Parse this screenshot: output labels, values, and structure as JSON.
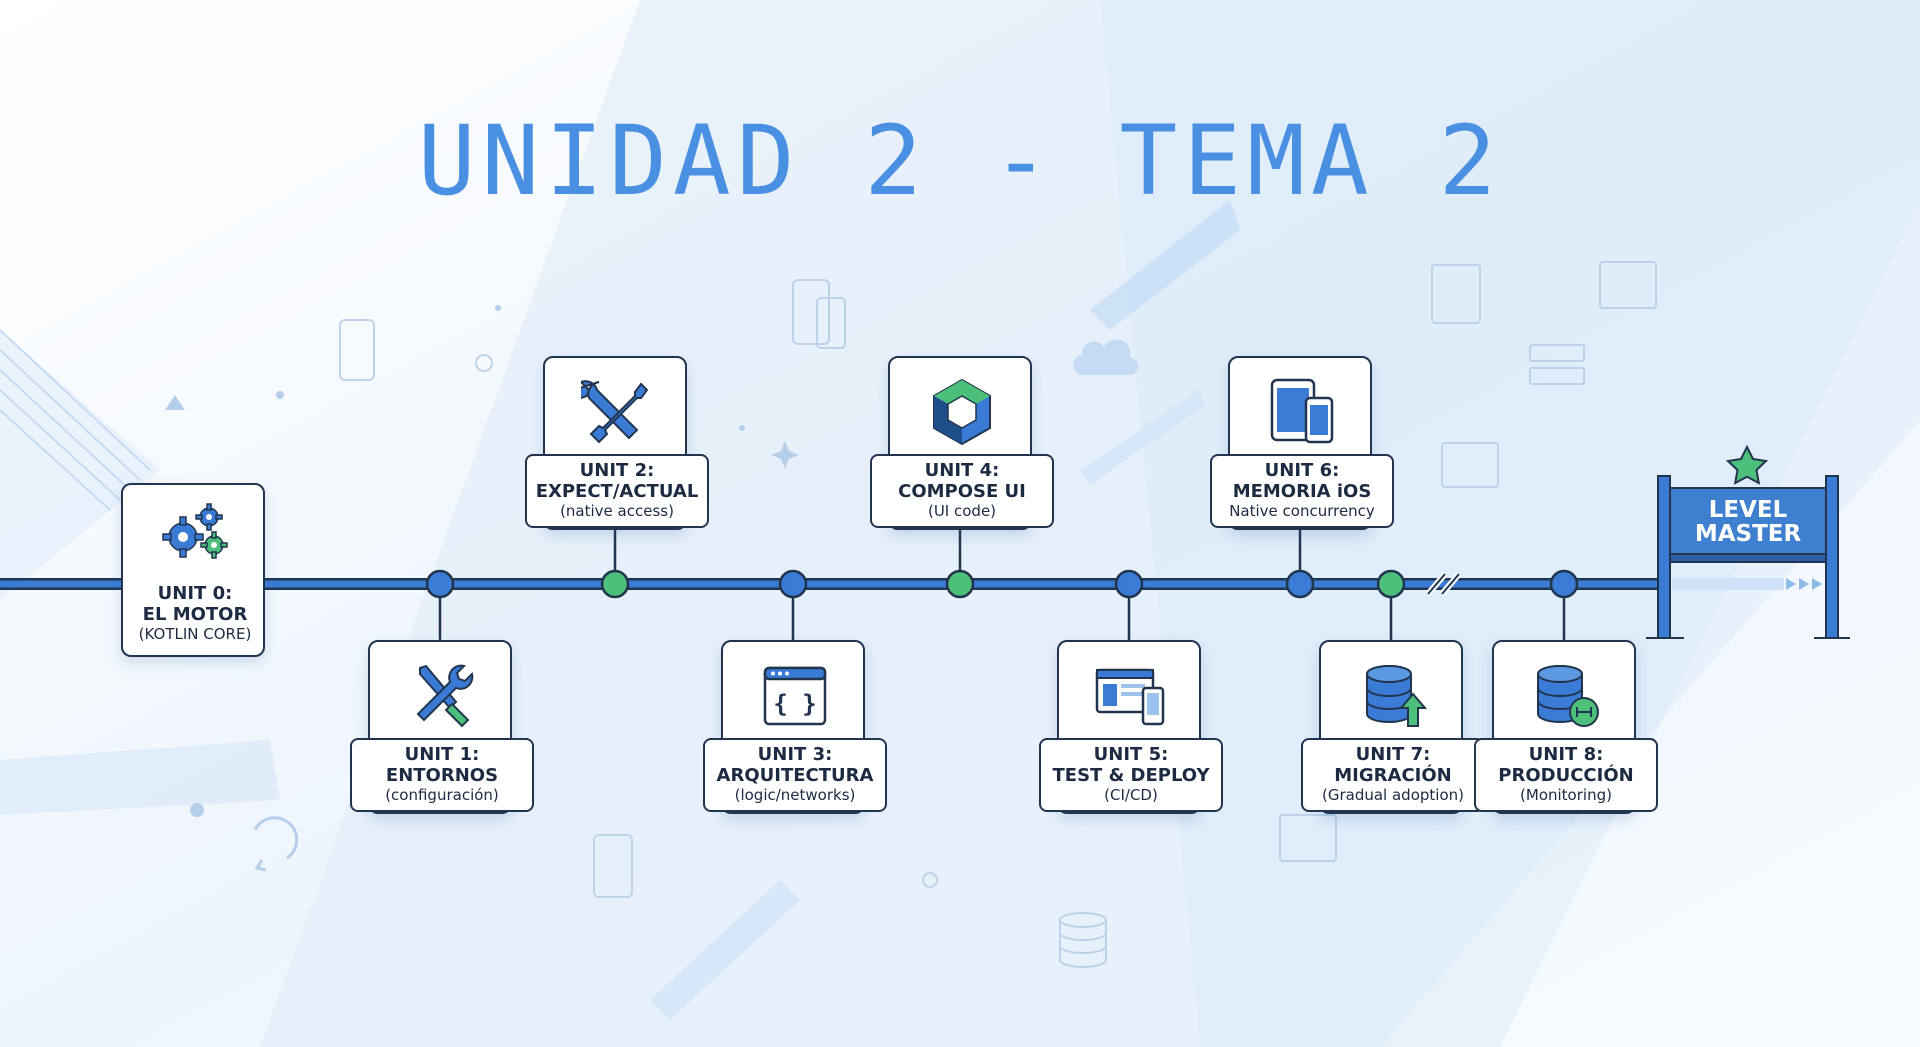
{
  "title": "UNIDAD 2 - TEMA 2",
  "nodes": [
    {
      "line1": "UNIT 0:",
      "line2": "EL MOTOR",
      "line3": "(KOTLIN CORE)",
      "icon": "gears-icon"
    },
    {
      "line1": "UNIT 1:",
      "line2": "ENTORNOS",
      "line3": "(configuración)",
      "icon": "wrench-screwdriver-icon"
    },
    {
      "line1": "UNIT 2:",
      "line2": "EXPECT/ACTUAL",
      "line3": "(native access)",
      "icon": "tools-icon"
    },
    {
      "line1": "UNIT 3:",
      "line2": "ARQUITECTURA",
      "line3": "(logic/networks)",
      "icon": "code-window-icon"
    },
    {
      "line1": "UNIT 4:",
      "line2": "COMPOSE UI",
      "line3": "(UI code)",
      "icon": "compose-logo-icon"
    },
    {
      "line1": "UNIT 5:",
      "line2": "TEST & DEPLOY",
      "line3": "(CI/CD)",
      "icon": "devices-icon"
    },
    {
      "line1": "UNIT 6:",
      "line2": "MEMORIA iOS",
      "line3": "Native concurrency",
      "icon": "tablet-phone-icon"
    },
    {
      "line1": "UNIT 7:",
      "line2": "MIGRACIÓN",
      "line3": "(Gradual adoption)",
      "icon": "database-upload-icon"
    },
    {
      "line1": "UNIT 8:",
      "line2": "PRODUCCIÓN",
      "line3": "(Monitoring)",
      "icon": "database-monitor-icon"
    }
  ],
  "finish": {
    "line1": "LEVEL",
    "line2": "MASTER",
    "icon": "star-icon"
  },
  "colors": {
    "accent": "#4a90e2",
    "line": "#3a7bd5",
    "line_dark": "#22354f",
    "dot_blue": "#3a7bd5",
    "dot_green": "#4cbf7a",
    "border": "#22354f"
  }
}
